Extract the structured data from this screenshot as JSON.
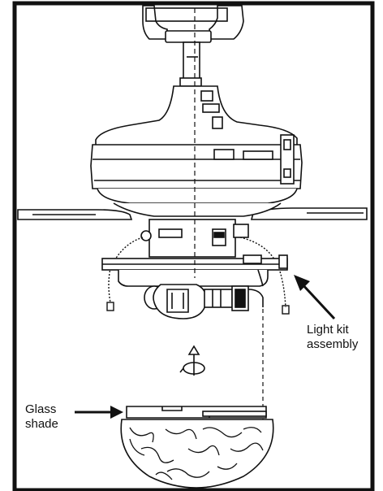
{
  "labels": {
    "light_kit_line1": "Light kit",
    "light_kit_line2": "assembly",
    "glass_line1": "Glass",
    "glass_line2": "shade"
  },
  "icons": [
    "rotate-arrow-icon",
    "pointer-arrow-icon"
  ],
  "colors": {
    "ink": "#111111",
    "paper": "#ffffff",
    "shade": "#cccccc"
  }
}
